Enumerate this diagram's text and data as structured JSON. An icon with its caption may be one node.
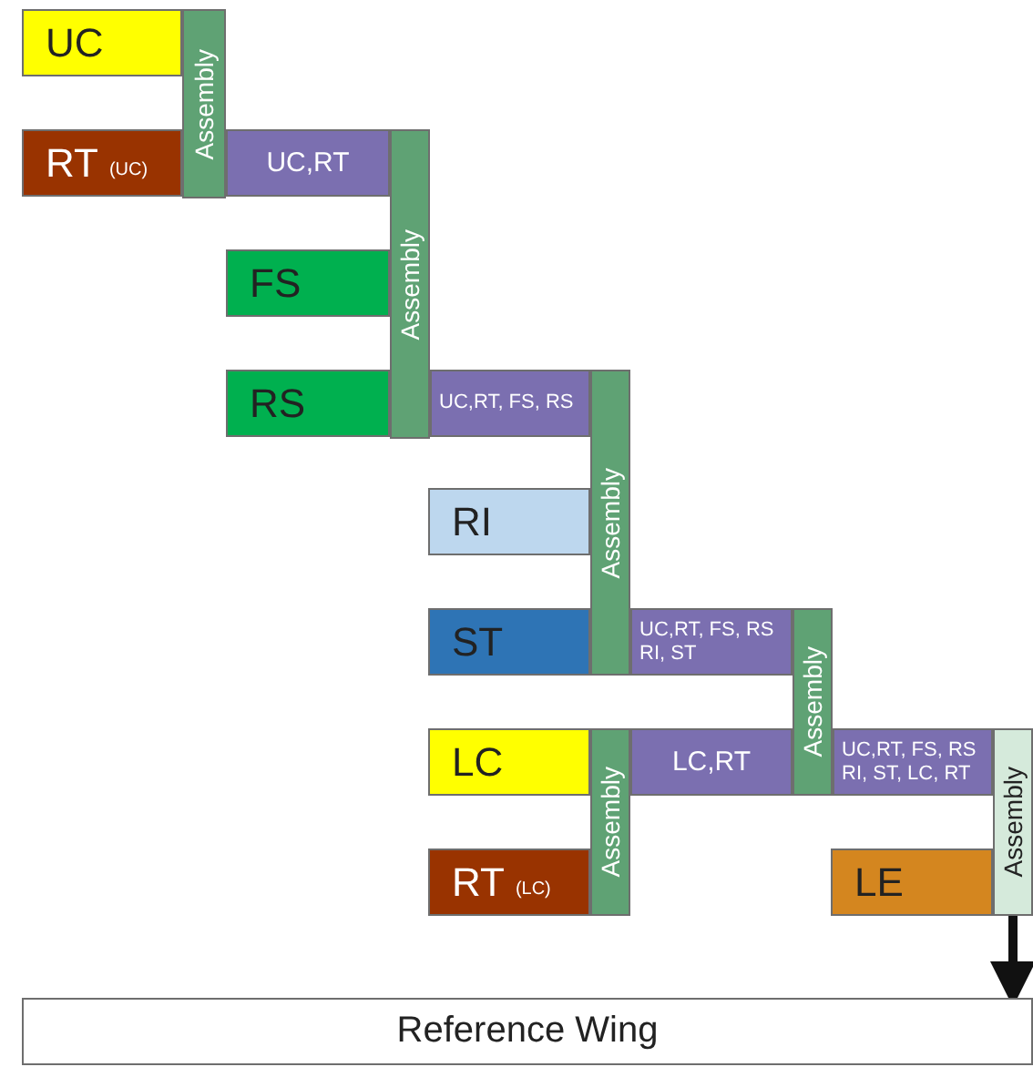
{
  "diagram": {
    "nodes": [
      {
        "text": [
          "UC"
        ]
      },
      {
        "text": [
          "Assembly"
        ]
      },
      {
        "text": [
          "RT",
          "(UC)"
        ]
      },
      {
        "text": [
          "UC,RT"
        ]
      },
      {
        "text": [
          "Assembly"
        ]
      },
      {
        "text": [
          "FS"
        ]
      },
      {
        "text": [
          "RS"
        ]
      },
      {
        "text": [
          "UC,RT, FS, RS"
        ]
      },
      {
        "text": [
          "Assembly"
        ]
      },
      {
        "text": [
          "RI"
        ]
      },
      {
        "text": [
          "ST"
        ]
      },
      {
        "text": [
          "UC,RT, FS, RS RI, ST"
        ]
      },
      {
        "text": [
          "Assembly"
        ]
      },
      {
        "text": [
          "LC"
        ]
      },
      {
        "text": [
          "Assembly"
        ]
      },
      {
        "text": [
          "LC,RT"
        ]
      },
      {
        "text": [
          "UC,RT, FS, RS RI, ST, LC, RT"
        ]
      },
      {
        "text": [
          "Assembly"
        ]
      },
      {
        "text": [
          "RT",
          "(LC)"
        ]
      },
      {
        "text": [
          "LE"
        ]
      },
      {
        "text": [
          "Reference Wing"
        ]
      }
    ],
    "edges": [
      {
        "from": 17,
        "to": 20,
        "arrow": "to"
      }
    ]
  }
}
